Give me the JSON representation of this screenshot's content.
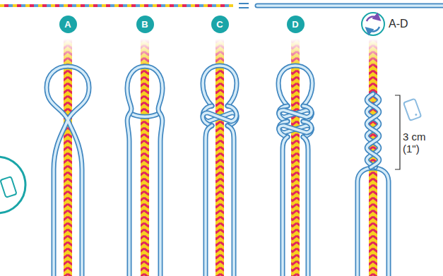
{
  "diagram": {
    "nodes": [
      {
        "text": [
          "A"
        ]
      },
      {
        "text": [
          "B"
        ]
      },
      {
        "text": [
          "C"
        ]
      },
      {
        "text": [
          "D"
        ]
      }
    ],
    "labels": [
      "A-D",
      "3 cm (1\")"
    ]
  }
}
